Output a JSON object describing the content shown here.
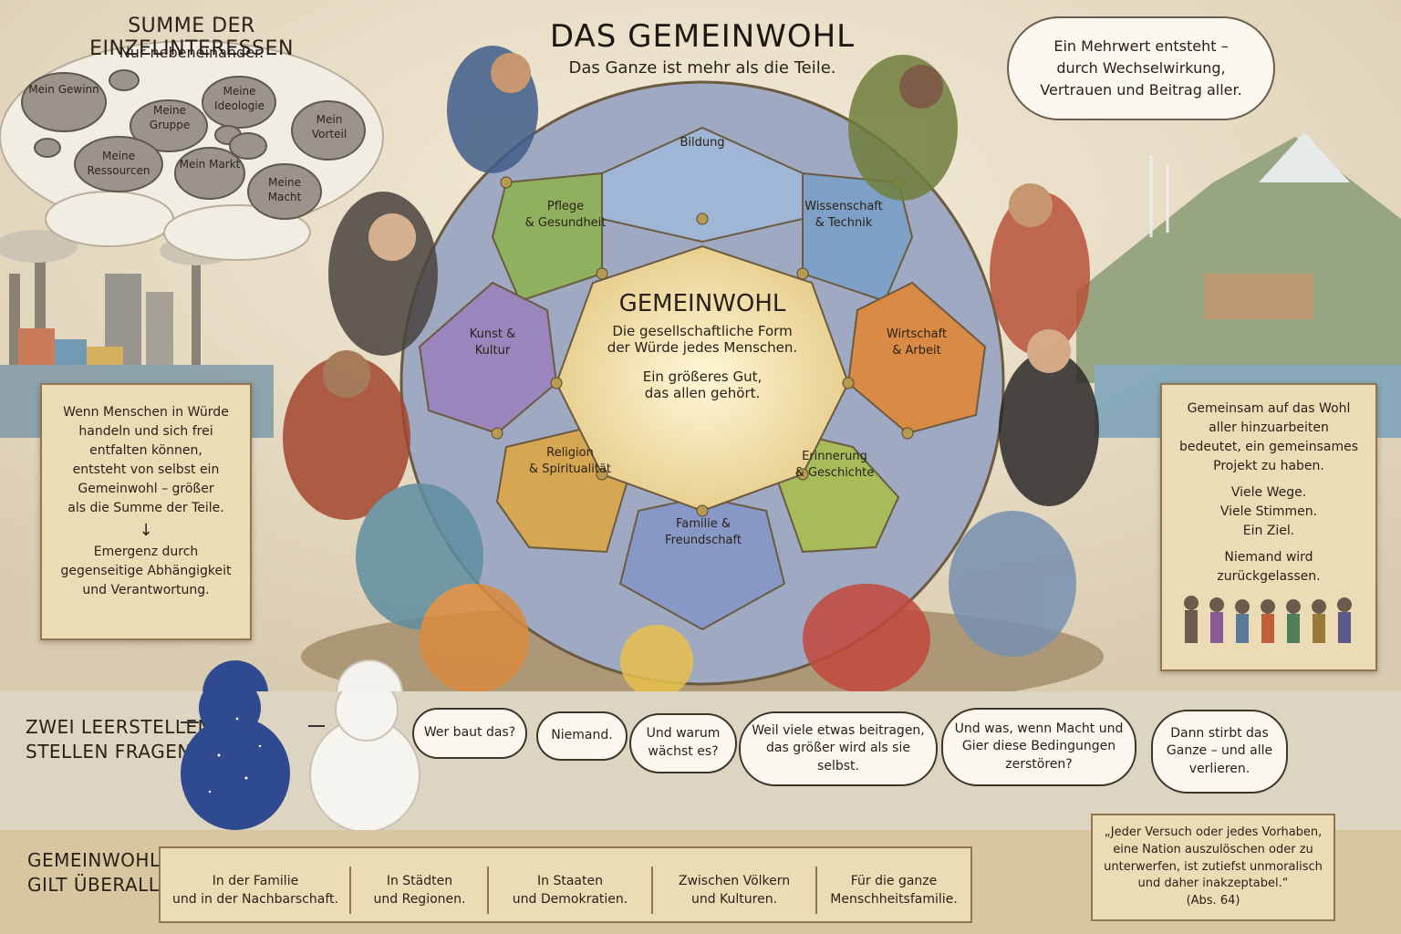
{
  "header": {
    "title": "Das Gemeinwohl",
    "subtitle": "Das Ganze ist mehr als die Teile."
  },
  "top_left": {
    "title": "Summe der Einzelinteressen",
    "subtitle": "Nur nebeneinander.",
    "rocks": [
      "Mein Gewinn",
      "Meine Gruppe",
      "Meine Ideologie",
      "Mein Vorteil",
      "Meine Ressourcen",
      "Mein Markt",
      "Meine Macht"
    ]
  },
  "top_right_cloud": {
    "lines": [
      "Ein Mehrwert entsteht –",
      "durch Wechselwirkung,",
      "Vertrauen und Beitrag aller."
    ]
  },
  "dome": {
    "center_title": "Gemeinwohl",
    "center_line1": "Die gesellschaftliche Form",
    "center_line2": "der Würde jedes Menschen.",
    "center_line3": "Ein größeres Gut,",
    "center_line4": "das allen gehört.",
    "segments": {
      "bildung": "Bildung",
      "pflege_a": "Pflege",
      "pflege_b": "& Gesundheit",
      "wissen_a": "Wissenschaft",
      "wissen_b": "& Technik",
      "kunst_a": "Kunst &",
      "kunst_b": "Kultur",
      "wirtschaft_a": "Wirtschaft",
      "wirtschaft_b": "& Arbeit",
      "religion_a": "Religion",
      "religion_b": "& Spiritualität",
      "erinnerung_a": "Erinnerung",
      "erinnerung_b": "& Geschichte",
      "familie_a": "Familie &",
      "familie_b": "Freundschaft"
    }
  },
  "left_panel": {
    "lines": [
      "Wenn Menschen in Würde",
      "handeln und sich frei",
      "entfalten können,",
      "entsteht von selbst ein",
      "Gemeinwohl – größer",
      "als die Summe der Teile."
    ],
    "arrow": "↓",
    "lines2": [
      "Emergenz durch",
      "gegenseitige Abhängigkeit",
      "und Verantwortung."
    ]
  },
  "right_panel": {
    "lines": [
      "Gemeinsam auf das Wohl",
      "aller hinzuarbeiten",
      "bedeutet, ein gemeinsames",
      "Projekt zu haben."
    ],
    "lines2": [
      "Viele Wege.",
      "Viele Stimmen.",
      "Ein Ziel."
    ],
    "lines3": [
      "Niemand wird",
      "zurückgelassen."
    ]
  },
  "dialogue": {
    "label_line1": "Zwei Leerstellen",
    "label_line2": "stellen Fragen...",
    "bubbles": [
      {
        "text": "Wer baut das?"
      },
      {
        "text": "Niemand."
      },
      {
        "text": "Und warum wächst es?"
      },
      {
        "text": "Weil viele etwas beitragen, das größer wird als sie selbst."
      },
      {
        "text": "Und was, wenn Macht und Gier diese Bedingungen zerstören?"
      },
      {
        "text": "Dann stirbt das Ganze – und alle verlieren."
      }
    ]
  },
  "bottom": {
    "label_line1": "Gemeinwohl",
    "label_line2": "gilt überall",
    "levels": [
      {
        "a": "In der Familie",
        "b": "und in der Nachbarschaft."
      },
      {
        "a": "In Städten",
        "b": "und Regionen."
      },
      {
        "a": "In Staaten",
        "b": "und Demokratien."
      },
      {
        "a": "Zwischen Völkern",
        "b": "und Kulturen."
      },
      {
        "a": "Für die ganze",
        "b": "Menschheitsfamilie."
      }
    ],
    "quote_lines": [
      "„Jeder Versuch oder jedes Vorhaben,",
      "eine Nation auszulöschen oder zu",
      "unterwerfen, ist zutiefst unmoralisch",
      "und daher inakzeptabel.“"
    ],
    "quote_ref": "(Abs. 64)"
  },
  "colors": {
    "parchment": "#ecdcb6",
    "center": "#f3e6b8",
    "blue": "#7ea0c6",
    "green": "#8fb05e",
    "purple": "#9a86bd",
    "orange": "#d98a45",
    "ochre": "#d7a653",
    "teal": "#78a8a0"
  }
}
